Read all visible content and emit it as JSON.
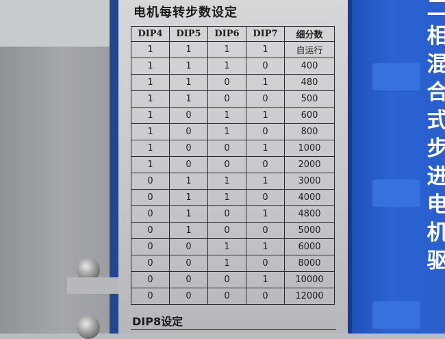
{
  "plate": {
    "title": "电机每转步数设定",
    "headers": [
      "DIP4",
      "DIP5",
      "DIP6",
      "DIP7",
      "细分数"
    ],
    "rows": [
      [
        "1",
        "1",
        "1",
        "1",
        "自运行"
      ],
      [
        "1",
        "1",
        "1",
        "0",
        "400"
      ],
      [
        "1",
        "1",
        "0",
        "1",
        "480"
      ],
      [
        "1",
        "1",
        "0",
        "0",
        "500"
      ],
      [
        "1",
        "0",
        "1",
        "1",
        "600"
      ],
      [
        "1",
        "0",
        "1",
        "0",
        "800"
      ],
      [
        "1",
        "0",
        "0",
        "1",
        "1000"
      ],
      [
        "1",
        "0",
        "0",
        "0",
        "2000"
      ],
      [
        "0",
        "1",
        "1",
        "1",
        "3000"
      ],
      [
        "0",
        "1",
        "1",
        "0",
        "4000"
      ],
      [
        "0",
        "1",
        "0",
        "1",
        "4800"
      ],
      [
        "0",
        "1",
        "0",
        "0",
        "5000"
      ],
      [
        "0",
        "0",
        "1",
        "1",
        "6000"
      ],
      [
        "0",
        "0",
        "1",
        "0",
        "8000"
      ],
      [
        "0",
        "0",
        "0",
        "1",
        "10000"
      ],
      [
        "0",
        "0",
        "0",
        "0",
        "12000"
      ]
    ],
    "footer_title": "DIP8设定"
  },
  "housing": {
    "side_text": "二相混合式步进电机驱"
  },
  "colors": {
    "housing_blue": "#2a63d3",
    "plate_grey": "#c8cacd"
  }
}
